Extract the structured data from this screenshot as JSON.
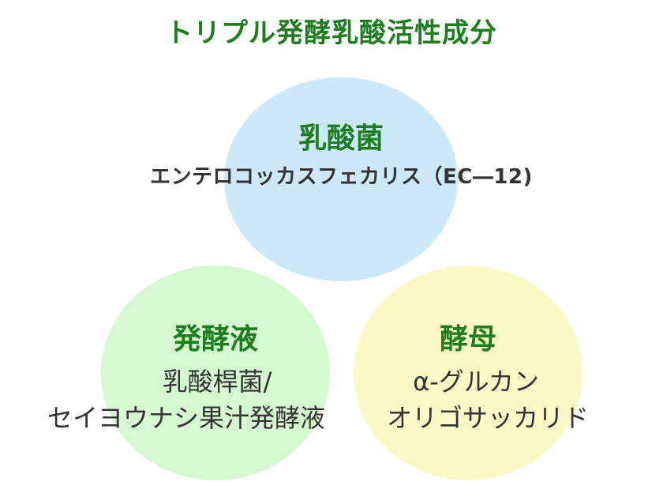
{
  "title": "トリプル発酵乳酸活性成分",
  "circles": {
    "top": {
      "heading": "乳酸菌",
      "lines": [
        "エンテロコッカスフェカリス（EC―12)"
      ],
      "color": "#cce9fa"
    },
    "left": {
      "heading": "発酵液",
      "lines": [
        "乳酸桿菌/",
        "セイヨウナシ果汁発酵液"
      ],
      "color": "#d4f8cf"
    },
    "right": {
      "heading": "酵母",
      "lines": [
        "α-グルカン",
        "オリゴサッカリド"
      ],
      "color": "#fbfac6"
    }
  },
  "colors": {
    "heading": "#1e7d1e",
    "text": "#333333"
  }
}
